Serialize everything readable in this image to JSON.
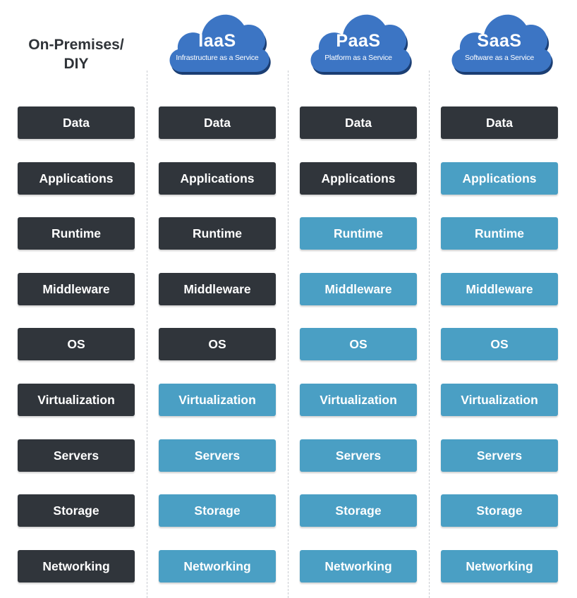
{
  "colors": {
    "you_manage": "#30353b",
    "vendor_manages": "#4a9fc4",
    "cloud": "#3c75c4",
    "cloud_shadow": "#1b3e73",
    "title_text": "#2f3338"
  },
  "columns": [
    {
      "title_lines": [
        "On-Premises/",
        "DIY"
      ],
      "cloud": false,
      "layers": [
        {
          "label": "Data",
          "managed_by": "you"
        },
        {
          "label": "Applications",
          "managed_by": "you"
        },
        {
          "label": "Runtime",
          "managed_by": "you"
        },
        {
          "label": "Middleware",
          "managed_by": "you"
        },
        {
          "label": "OS",
          "managed_by": "you"
        },
        {
          "label": "Virtualization",
          "managed_by": "you"
        },
        {
          "label": "Servers",
          "managed_by": "you"
        },
        {
          "label": "Storage",
          "managed_by": "you"
        },
        {
          "label": "Networking",
          "managed_by": "you"
        }
      ]
    },
    {
      "abbr": "IaaS",
      "full_name": "Infrastructure as a Service",
      "cloud": true,
      "layers": [
        {
          "label": "Data",
          "managed_by": "you"
        },
        {
          "label": "Applications",
          "managed_by": "you"
        },
        {
          "label": "Runtime",
          "managed_by": "you"
        },
        {
          "label": "Middleware",
          "managed_by": "you"
        },
        {
          "label": "OS",
          "managed_by": "you"
        },
        {
          "label": "Virtualization",
          "managed_by": "vendor"
        },
        {
          "label": "Servers",
          "managed_by": "vendor"
        },
        {
          "label": "Storage",
          "managed_by": "vendor"
        },
        {
          "label": "Networking",
          "managed_by": "vendor"
        }
      ]
    },
    {
      "abbr": "PaaS",
      "full_name": "Platform as a Service",
      "cloud": true,
      "layers": [
        {
          "label": "Data",
          "managed_by": "you"
        },
        {
          "label": "Applications",
          "managed_by": "you"
        },
        {
          "label": "Runtime",
          "managed_by": "vendor"
        },
        {
          "label": "Middleware",
          "managed_by": "vendor"
        },
        {
          "label": "OS",
          "managed_by": "vendor"
        },
        {
          "label": "Virtualization",
          "managed_by": "vendor"
        },
        {
          "label": "Servers",
          "managed_by": "vendor"
        },
        {
          "label": "Storage",
          "managed_by": "vendor"
        },
        {
          "label": "Networking",
          "managed_by": "vendor"
        }
      ]
    },
    {
      "abbr": "SaaS",
      "full_name": "Software as a Service",
      "cloud": true,
      "layers": [
        {
          "label": "Data",
          "managed_by": "you"
        },
        {
          "label": "Applications",
          "managed_by": "vendor"
        },
        {
          "label": "Runtime",
          "managed_by": "vendor"
        },
        {
          "label": "Middleware",
          "managed_by": "vendor"
        },
        {
          "label": "OS",
          "managed_by": "vendor"
        },
        {
          "label": "Virtualization",
          "managed_by": "vendor"
        },
        {
          "label": "Servers",
          "managed_by": "vendor"
        },
        {
          "label": "Storage",
          "managed_by": "vendor"
        },
        {
          "label": "Networking",
          "managed_by": "vendor"
        }
      ]
    }
  ]
}
